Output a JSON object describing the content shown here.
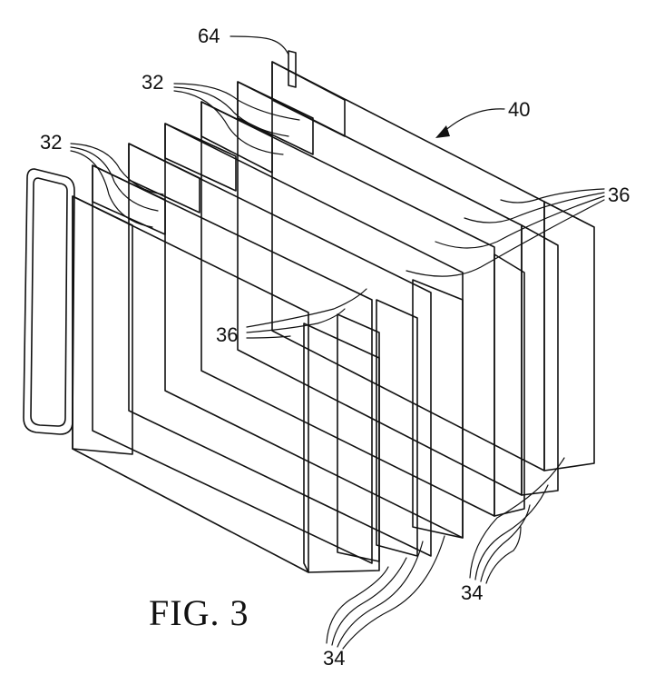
{
  "figure": {
    "caption": "FIG. 3",
    "colors": {
      "ink": "#111111",
      "paper": "#ffffff"
    },
    "labels": {
      "ref_64": "64",
      "ref_32_top": "32",
      "ref_32_left": "32",
      "ref_40": "40",
      "ref_36_right": "36",
      "ref_36_mid": "36",
      "ref_34_right": "34",
      "ref_34_bottom": "34"
    }
  }
}
